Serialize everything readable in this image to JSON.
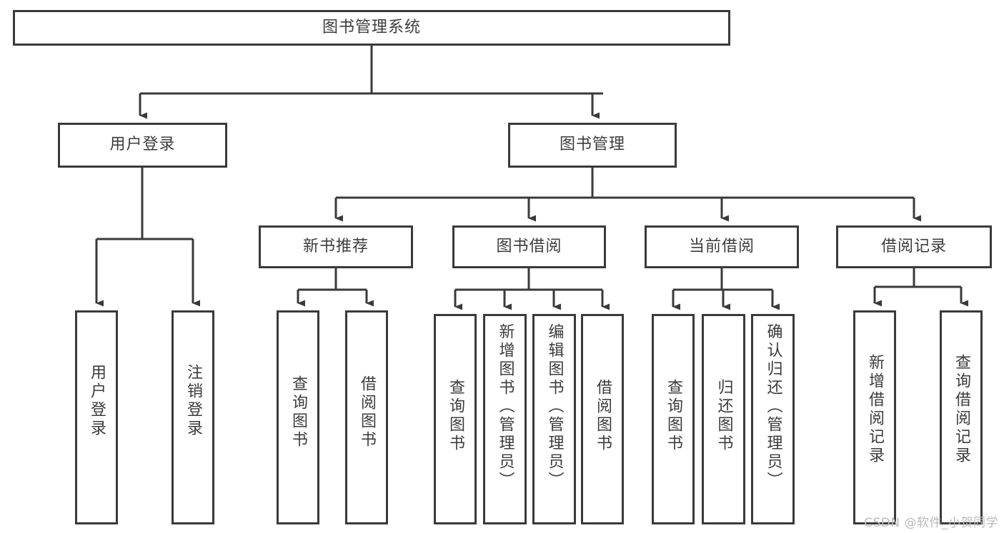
{
  "diagram": {
    "title": "图书管理系统",
    "root": {
      "label": "图书管理系统"
    },
    "level2": [
      {
        "label": "用户登录"
      },
      {
        "label": "图书管理"
      }
    ],
    "level3": [
      {
        "label": "新书推荐"
      },
      {
        "label": "图书借阅"
      },
      {
        "label": "当前借阅"
      },
      {
        "label": "借阅记录"
      }
    ],
    "leaves": {
      "user_login": [
        {
          "label": "用户登录"
        },
        {
          "label": "注销登录"
        }
      ],
      "new_book_recommend": [
        {
          "label": "查询图书"
        },
        {
          "label": "借阅图书"
        }
      ],
      "book_borrow": [
        {
          "label": "查询图书"
        },
        {
          "label": "新增图书（管理员）"
        },
        {
          "label": "编辑图书（管理员）"
        },
        {
          "label": "借阅图书"
        }
      ],
      "current_borrow": [
        {
          "label": "查询图书"
        },
        {
          "label": "归还图书"
        },
        {
          "label": "确认归还（管理员）"
        }
      ],
      "borrow_record": [
        {
          "label": "新增借阅记录"
        },
        {
          "label": "查询借阅记录"
        }
      ]
    }
  },
  "watermark": {
    "text": "CSDN @软件_小贺同学"
  },
  "colors": {
    "stroke": "#3a3a3a",
    "text": "#3c3c3c",
    "background": "#ffffff",
    "watermark": "#b9b9b9"
  }
}
